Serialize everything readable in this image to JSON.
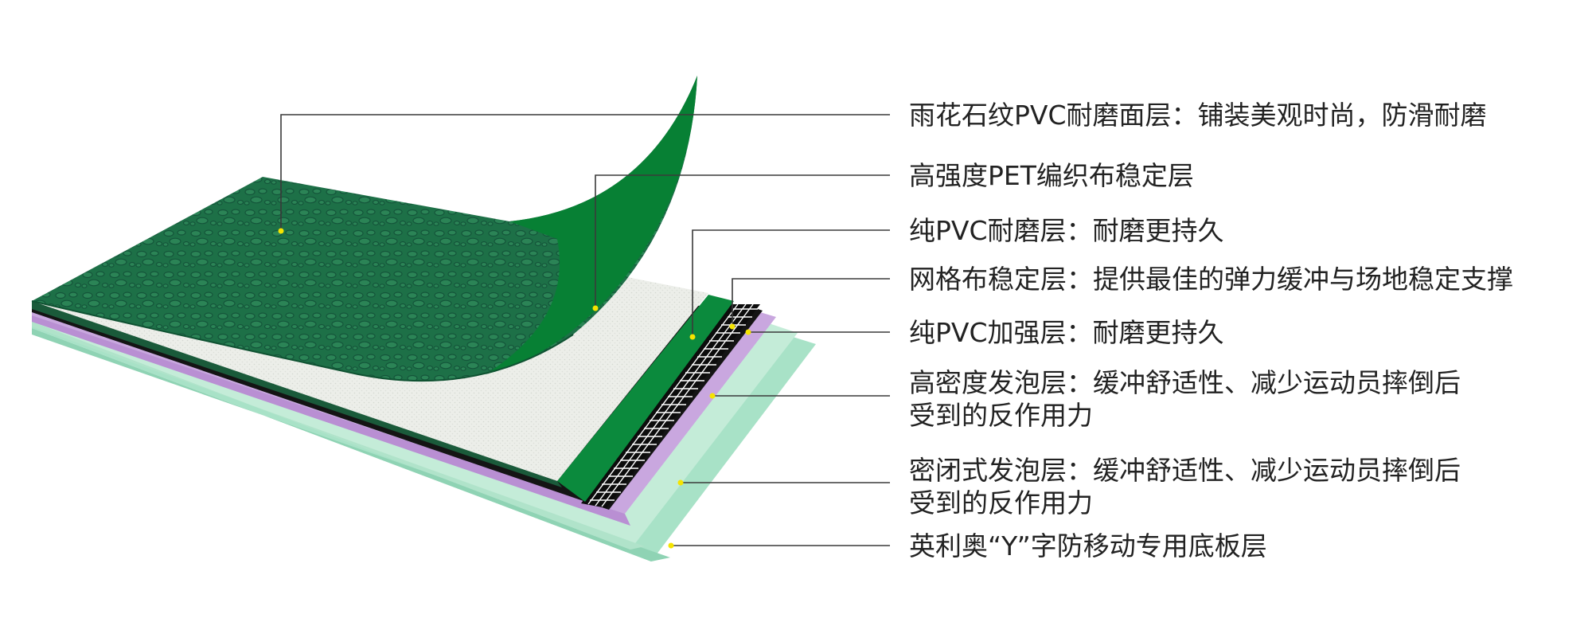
{
  "diagram": {
    "layers": [
      {
        "id": "wear-surface",
        "lines": [
          "雨花石纹PVC耐磨面层：铺装美观时尚，防滑耐磨"
        ]
      },
      {
        "id": "pet-fabric",
        "lines": [
          "高强度PET编织布稳定层"
        ]
      },
      {
        "id": "pvc-wear",
        "lines": [
          "纯PVC耐磨层：耐磨更持久"
        ]
      },
      {
        "id": "mesh-fabric",
        "lines": [
          "网格布稳定层：提供最佳的弹力缓冲与场地稳定支撑"
        ]
      },
      {
        "id": "pvc-reinforce",
        "lines": [
          "纯PVC加强层：耐磨更持久"
        ]
      },
      {
        "id": "high-density-foam",
        "lines": [
          "高密度发泡层：缓冲舒适性、减少运动员摔倒后",
          "受到的反作用力"
        ]
      },
      {
        "id": "closed-foam",
        "lines": [
          "密闭式发泡层：缓冲舒适性、减少运动员摔倒后",
          "受到的反作用力"
        ]
      },
      {
        "id": "base-layer",
        "lines": [
          "英利奥“Y”字防移动专用底板层"
        ]
      }
    ]
  },
  "colors": {
    "wear_green": "#1b6e45",
    "bright_green": "#0a8a3c",
    "pet_white": "#eef0ec",
    "mesh_black": "#141414",
    "purple": "#c8a6df",
    "mint": "#a9e3c8",
    "mint_light": "#c4ecd8",
    "leader_line": "#3a3a3a",
    "dot": "#f5e400"
  }
}
